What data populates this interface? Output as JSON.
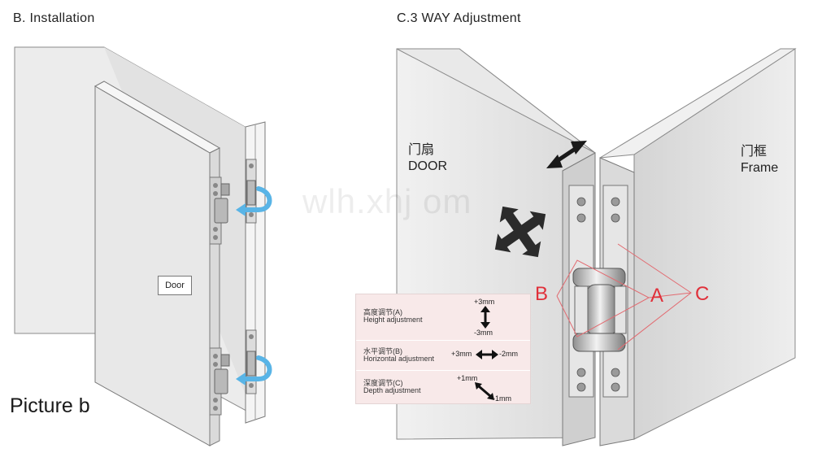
{
  "installation": {
    "title": "B. Installation",
    "door_label": "Door",
    "picture_label": "Picture b"
  },
  "adjustment": {
    "title": "C.3 WAY Adjustment",
    "door_cn": "门扇",
    "door_en": "DOOR",
    "frame_cn": "门框",
    "frame_en": "Frame",
    "labels": {
      "b": "B",
      "a": "A",
      "c": "C"
    }
  },
  "watermark": "wlh.xhj    om",
  "legend": {
    "height": {
      "cn": "高度调节(A)",
      "en": "Height adjustment",
      "plus": "+3mm",
      "minus": "-3mm"
    },
    "horizontal": {
      "cn": "水平调节(B)",
      "en": "Horizontal adjustment",
      "plus": "+3mm",
      "minus": "-2mm"
    },
    "depth": {
      "cn": "深度调节(C)",
      "en": "Depth adjustment",
      "plus": "+1mm",
      "minus": "-1mm"
    }
  },
  "colors": {
    "accent_red": "#e0303a",
    "legend_bg": "#f8e9e9",
    "panel_gray": "#e6e6e6",
    "hinge_silver": "#c8c8c8"
  }
}
